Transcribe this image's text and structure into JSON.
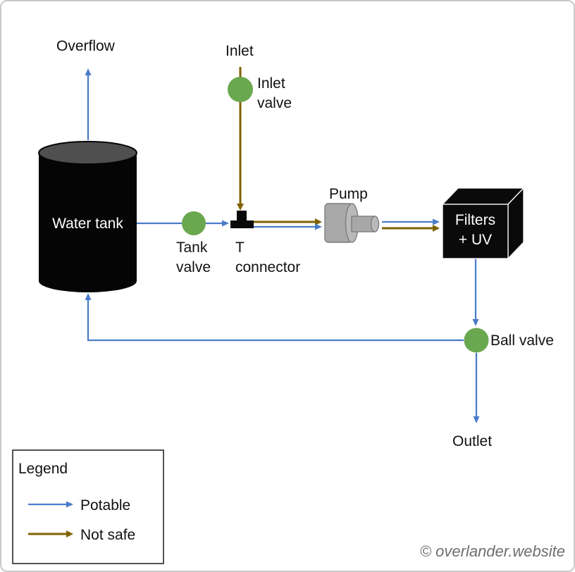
{
  "diagram": {
    "title_context": "Water system flow diagram",
    "labels": {
      "overflow": "Overflow",
      "inlet": "Inlet",
      "inlet_valve": {
        "lines": [
          "Inlet",
          "valve"
        ]
      },
      "water_tank": "Water tank",
      "tank_valve": {
        "lines": [
          "Tank",
          "valve"
        ]
      },
      "t_connector": {
        "lines": [
          "T",
          "connector"
        ]
      },
      "pump": "Pump",
      "filters": {
        "lines": [
          "Filters",
          "+ UV"
        ]
      },
      "ball_valve": "Ball valve",
      "outlet": "Outlet"
    },
    "colors": {
      "potable_blue": "#4a7cc9",
      "not_safe_olive": "#7f6200",
      "valve_green": "#6aa84f",
      "tank_body_black": "#050505",
      "tank_top_gray": "#4f4f4f",
      "pump_gray": "#a8a8a8",
      "pump_cap_gray": "#b9b9b9",
      "filters_box_black": "#0a0a0a",
      "frame_border_gray": "#c9c9c9"
    }
  },
  "legend": {
    "title": "Legend",
    "items": [
      {
        "label": "Potable",
        "color": "#4a7cc9"
      },
      {
        "label": "Not safe",
        "color": "#7f6200"
      }
    ]
  },
  "footer": {
    "copyright": "© overlander.website"
  }
}
